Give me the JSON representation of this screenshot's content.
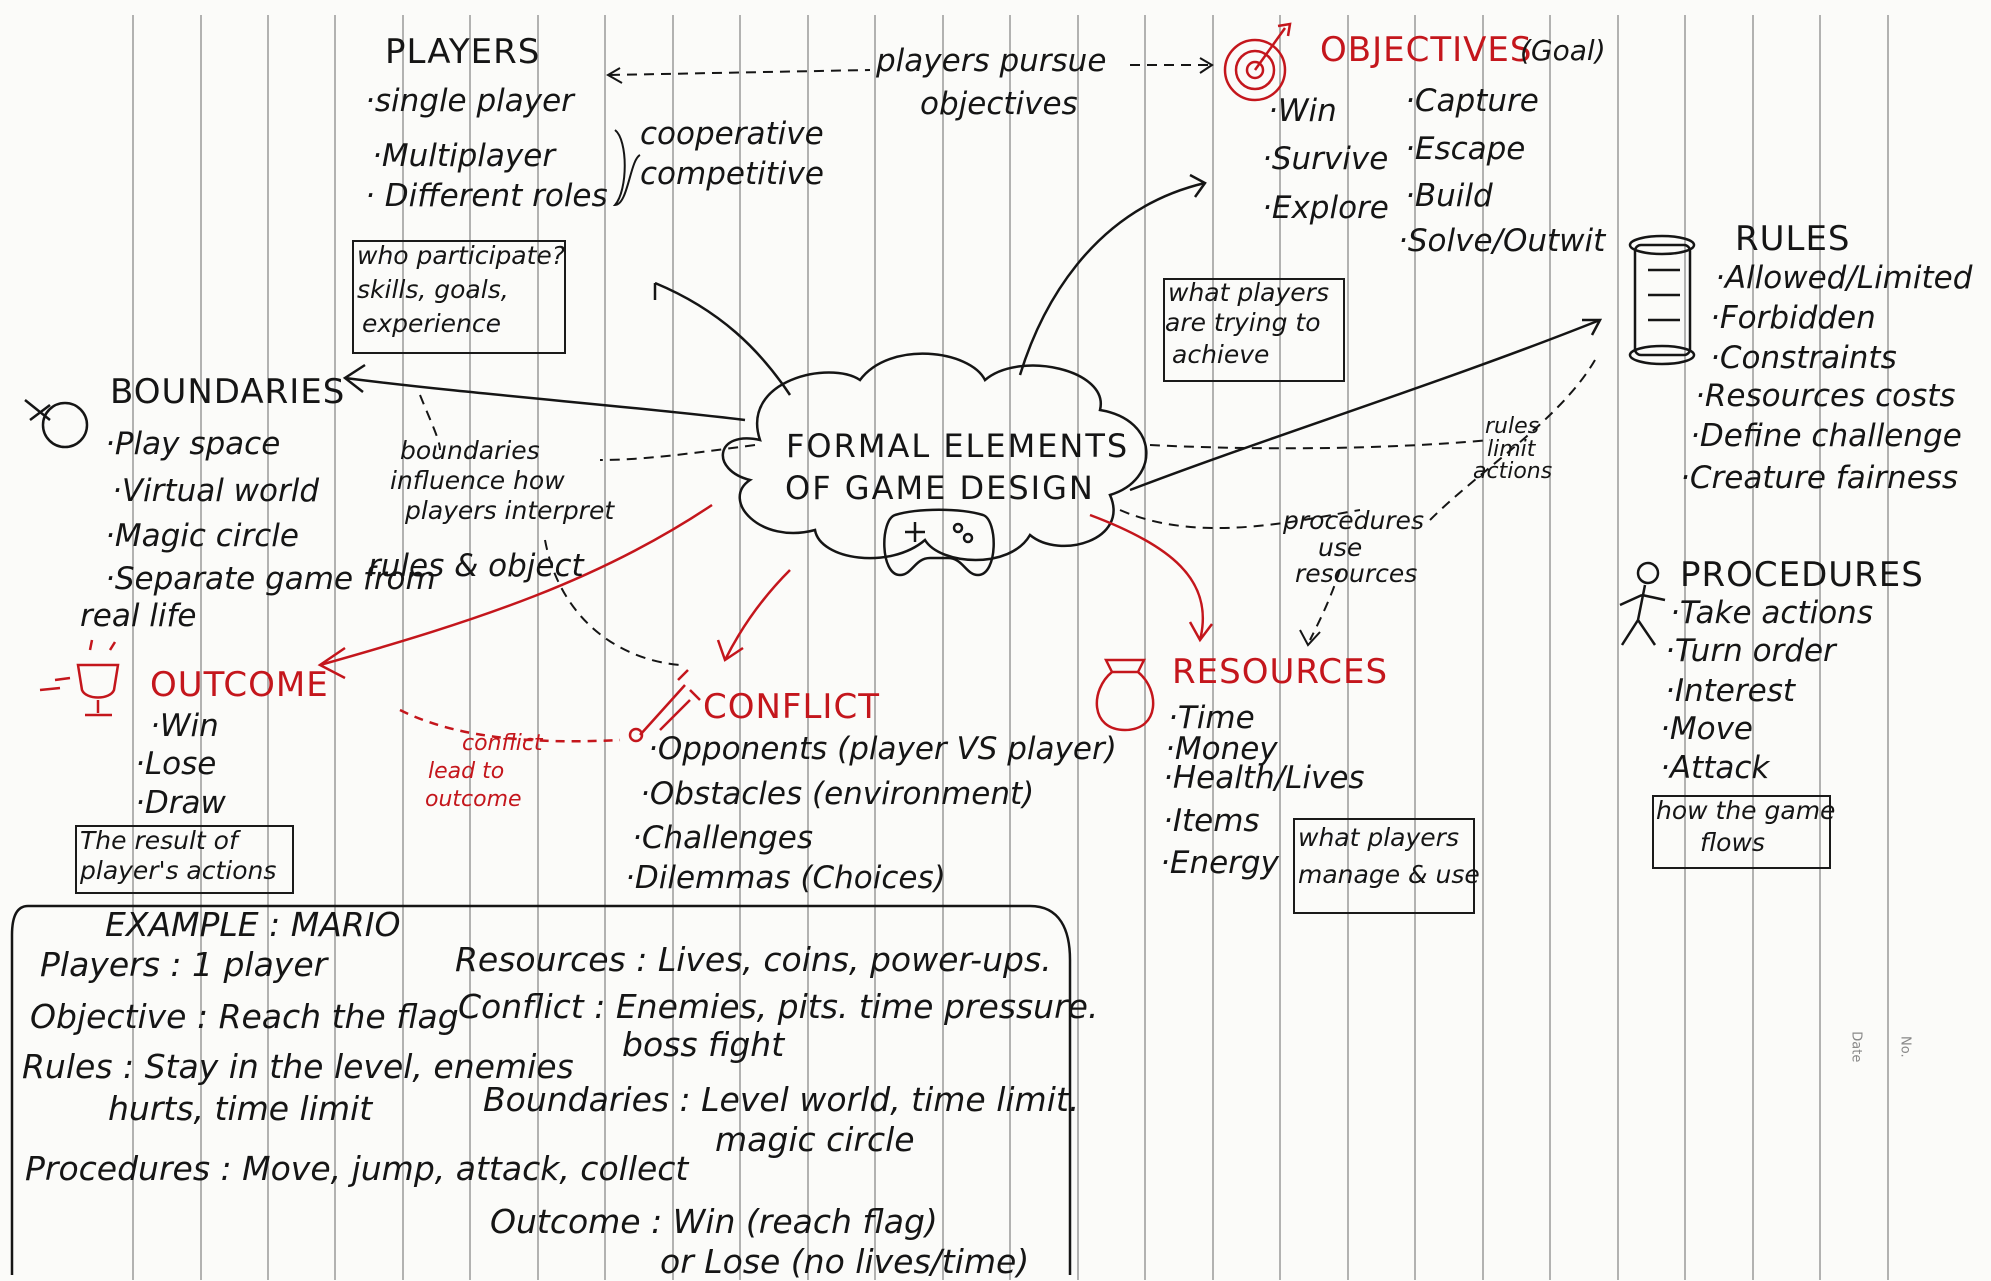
{
  "center": {
    "line1": "FORMAL ELEMENTS",
    "line2": "OF GAME DESIGN"
  },
  "players": {
    "title": "PLAYERS",
    "items": [
      "·single player",
      "·Multiplayer",
      "· Different roles"
    ],
    "bracket": [
      "cooperative",
      "competitive"
    ],
    "note": [
      "who participate?",
      "skills, goals,",
      "experience"
    ]
  },
  "link_players_objectives": [
    "players pursue",
    "objectives"
  ],
  "objectives": {
    "title": "OBJECTIVES",
    "subtitle": "(Goal)",
    "col1": [
      "·Win",
      "·Survive",
      "·Explore"
    ],
    "col2": [
      "·Capture",
      "·Escape",
      "·Build",
      "·Solve/Outwit"
    ],
    "note": [
      "what players",
      "are trying to",
      "achieve"
    ]
  },
  "rules": {
    "title": "RULES",
    "items": [
      "·Allowed/Limited",
      "·Forbidden",
      "·Constraints",
      "·Resources costs",
      "·Define challenge",
      "·Creature fairness"
    ]
  },
  "link_rules": [
    "rules",
    "limit",
    "actions"
  ],
  "link_procedures": [
    "procedures",
    "use",
    "resources"
  ],
  "procedures": {
    "title": "PROCEDURES",
    "items": [
      "·Take actions",
      "·Turn order",
      "·Interest",
      "·Move",
      "·Attack"
    ],
    "note": [
      "how the game",
      "flows"
    ]
  },
  "boundaries": {
    "title": "BOUNDARIES",
    "items": [
      "·Play space",
      "·Virtual world",
      "·Magic circle",
      "·Separate game from",
      "real life"
    ]
  },
  "link_boundaries": [
    "boundaries",
    "influence how",
    "players interpret",
    "rules & object"
  ],
  "outcome": {
    "title": "OUTCOME",
    "items": [
      "·Win",
      "·Lose",
      "·Draw"
    ],
    "note": [
      "The result of",
      "player's actions"
    ]
  },
  "link_conflict": [
    "conflict",
    "lead to",
    "outcome"
  ],
  "conflict": {
    "title": "CONFLICT",
    "items": [
      "·Opponents (player VS player)",
      "·Obstacles (environment)",
      "·Challenges",
      "·Dilemmas (Choices)"
    ]
  },
  "resources": {
    "title": "RESOURCES",
    "items": [
      "·Time",
      "·Money",
      "·Health/Lives",
      "·Items",
      "·Energy"
    ],
    "note": [
      "what players",
      "manage & use"
    ]
  },
  "example": {
    "title": "EXAMPLE : MARIO",
    "players": "Players : 1 player",
    "objective": "Objective : Reach the flag",
    "rules_1": "Rules : Stay in the level, enemies",
    "rules_2": "hurts, time limit",
    "procedures": "Procedures : Move, jump, attack, collect",
    "resources": "Resources : Lives, coins, power-ups.",
    "conflict_1": "Conflict : Enemies, pits. time pressure.",
    "conflict_2": "boss fight",
    "boundaries_1": "Boundaries : Level world, time limit.",
    "boundaries_2": "magic circle",
    "outcome_1": "Outcome : Win (reach flag)",
    "outcome_2": "or Lose (no lives/time)"
  },
  "margin": {
    "date": "Date",
    "no": "No."
  },
  "colors": {
    "ink": "#151515",
    "red": "#c4161c",
    "ruling": "#8a8a8a"
  }
}
